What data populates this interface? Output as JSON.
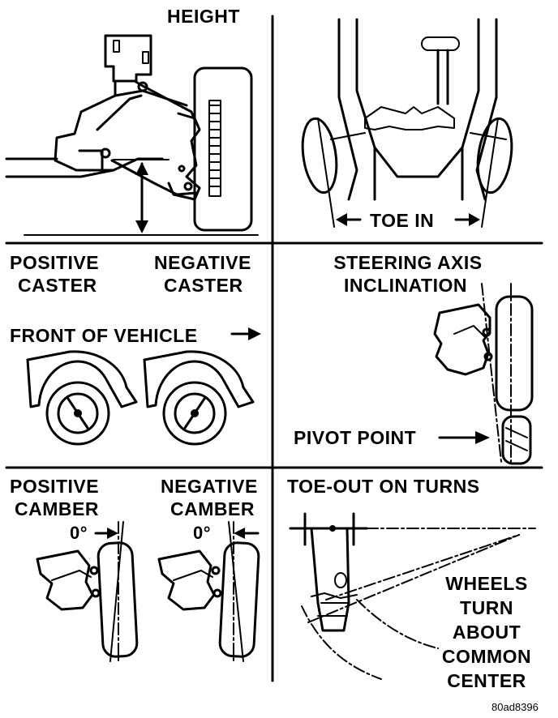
{
  "panels": {
    "height": {
      "title": "HEIGHT"
    },
    "toe_in": {
      "label": "TOE IN"
    },
    "caster": {
      "positive_line1": "POSITIVE",
      "positive_line2": "CASTER",
      "negative_line1": "NEGATIVE",
      "negative_line2": "CASTER",
      "front_label": "FRONT OF VEHICLE"
    },
    "sai": {
      "title_line1": "STEERING AXIS",
      "title_line2": "INCLINATION",
      "pivot_label": "PIVOT POINT"
    },
    "camber": {
      "positive_line1": "POSITIVE",
      "positive_line2": "CAMBER",
      "negative_line1": "NEGATIVE",
      "negative_line2": "CAMBER",
      "positive_degree": "0°",
      "negative_degree": "0°"
    },
    "toe_out": {
      "title": "TOE-OUT ON TURNS",
      "note_lines": [
        "WHEELS",
        "TURN",
        "ABOUT",
        "COMMON",
        "CENTER"
      ]
    }
  },
  "figure_id": "80ad8396",
  "icons": [
    "double-arrow-icon",
    "arrow-right-icon",
    "arrow-left-icon",
    "pivot-arrow-icon"
  ]
}
